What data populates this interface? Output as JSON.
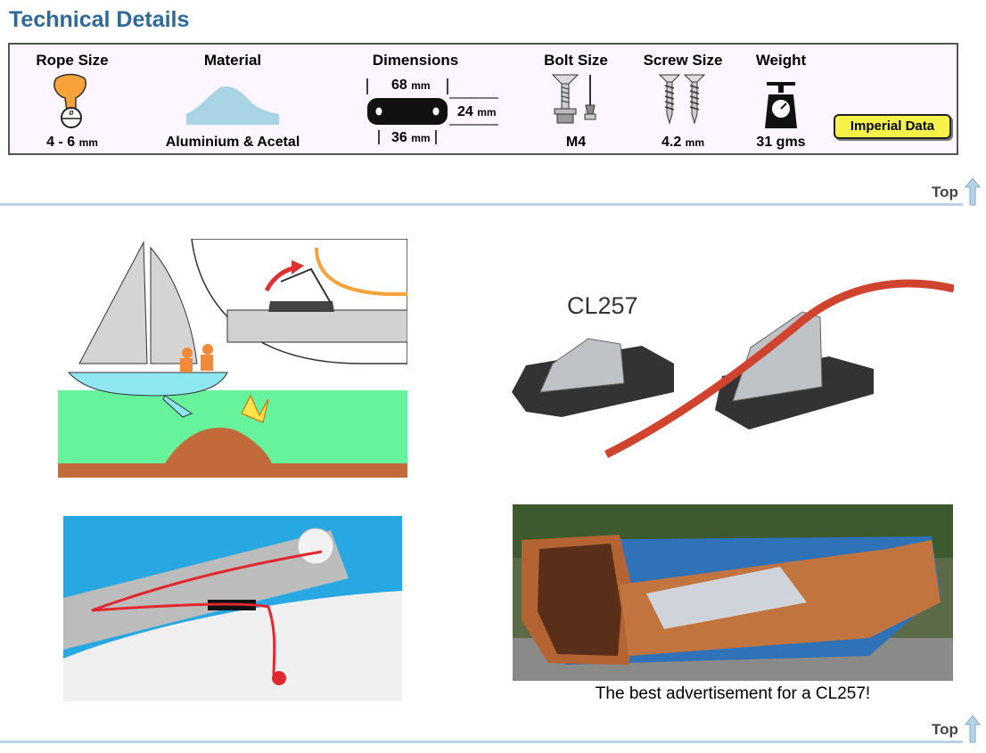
{
  "section": {
    "title": "Technical Details"
  },
  "specs": {
    "rope_size": {
      "label": "Rope Size",
      "value": "4 - 6",
      "unit": "mm"
    },
    "material": {
      "label": "Material",
      "value": "Aluminium & Acetal"
    },
    "dimensions": {
      "label": "Dimensions",
      "length": "68",
      "length_unit": "mm",
      "width": "24",
      "width_unit": "mm",
      "hole_spacing": "36",
      "hole_spacing_unit": "mm"
    },
    "bolt_size": {
      "label": "Bolt Size",
      "value": "M4"
    },
    "screw_size": {
      "label": "Screw Size",
      "value": "4.2",
      "unit": "mm"
    },
    "weight": {
      "label": "Weight",
      "value": "31 gms"
    }
  },
  "imperial_button": {
    "label": "Imperial Data"
  },
  "nav": {
    "top_label": "Top"
  },
  "product_photo": {
    "label": "CL257"
  },
  "caption": "The best advertisement for a CL257!",
  "colors": {
    "title": "#2f6a96",
    "divider": "#b8d3e6",
    "button": "#f7f24a",
    "box_bg": "#fdf5ff"
  }
}
